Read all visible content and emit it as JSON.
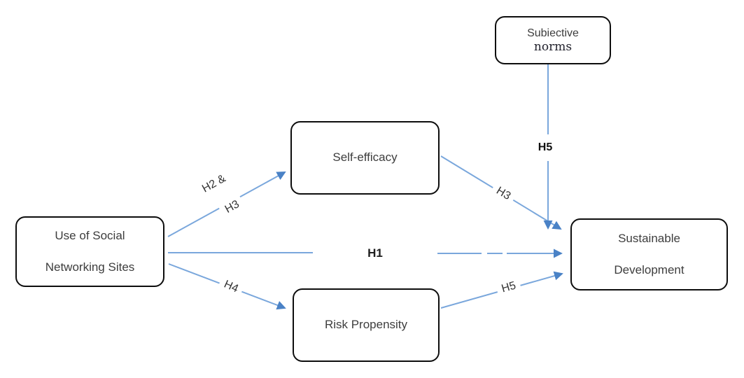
{
  "colors": {
    "arrow_line": "#7aa7dc",
    "arrow_head": "#4a82c6",
    "box_border": "#0d0d0d",
    "box_text": "#3d3d3d",
    "label_text": "#333333"
  },
  "nodes": {
    "subjective_norms": {
      "line1": "Subiective",
      "line2": "norms"
    },
    "self_efficacy": {
      "label": "Self-efficacy"
    },
    "use_sns": {
      "line1": "Use of Social",
      "line2": "Networking Sites"
    },
    "risk_propensity": {
      "label": "Risk Propensity"
    },
    "sustainable_development": {
      "line1": "Sustainable",
      "line2": "Development"
    }
  },
  "edge_labels": {
    "sns_to_selfefficacy_line1": "H2 &",
    "sns_to_selfefficacy_line2": "H3",
    "sns_to_sustainable": "H1",
    "sns_to_riskpropensity": "H4",
    "selfefficacy_to_sustainable": "H3",
    "subjectivenorms_to_sustainable": "H5",
    "riskpropensity_to_sustainable": "H5"
  }
}
